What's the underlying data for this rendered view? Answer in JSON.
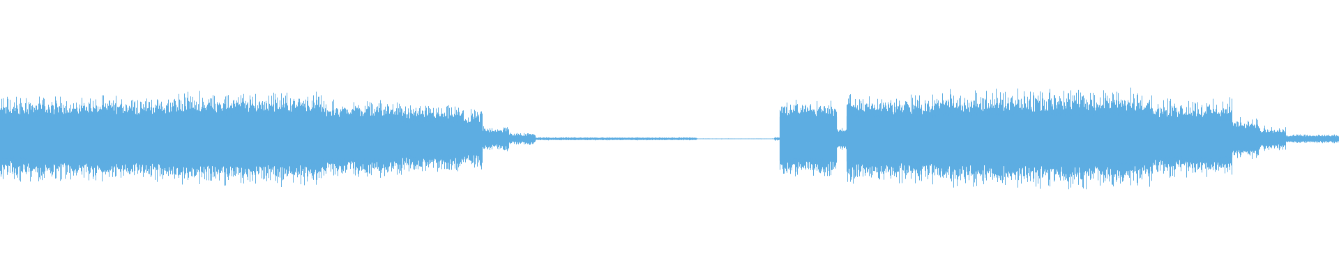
{
  "waveform": {
    "color": "#5dade2",
    "background": "#ffffff",
    "duration_fraction_segments": [
      {
        "start": 0.0,
        "end": 0.02,
        "amp_min": 0.2,
        "amp_max": 0.42
      },
      {
        "start": 0.02,
        "end": 0.13,
        "amp_min": 0.24,
        "amp_max": 0.4
      },
      {
        "start": 0.13,
        "end": 0.24,
        "amp_min": 0.26,
        "amp_max": 0.44
      },
      {
        "start": 0.24,
        "end": 0.3,
        "amp_min": 0.22,
        "amp_max": 0.36
      },
      {
        "start": 0.3,
        "end": 0.345,
        "amp_min": 0.18,
        "amp_max": 0.32
      },
      {
        "start": 0.345,
        "end": 0.36,
        "amp_min": 0.14,
        "amp_max": 0.28
      },
      {
        "start": 0.36,
        "end": 0.38,
        "amp_min": 0.05,
        "amp_max": 0.12
      },
      {
        "start": 0.38,
        "end": 0.4,
        "amp_min": 0.02,
        "amp_max": 0.06
      },
      {
        "start": 0.4,
        "end": 0.52,
        "amp_min": 0.008,
        "amp_max": 0.014
      },
      {
        "start": 0.52,
        "end": 0.578,
        "amp_min": 0.001,
        "amp_max": 0.004
      },
      {
        "start": 0.578,
        "end": 0.582,
        "amp_min": 0.005,
        "amp_max": 0.02
      },
      {
        "start": 0.582,
        "end": 0.625,
        "amp_min": 0.22,
        "amp_max": 0.36
      },
      {
        "start": 0.625,
        "end": 0.632,
        "amp_min": 0.06,
        "amp_max": 0.12
      },
      {
        "start": 0.632,
        "end": 0.7,
        "amp_min": 0.24,
        "amp_max": 0.42
      },
      {
        "start": 0.7,
        "end": 0.86,
        "amp_min": 0.26,
        "amp_max": 0.46
      },
      {
        "start": 0.86,
        "end": 0.92,
        "amp_min": 0.2,
        "amp_max": 0.38
      },
      {
        "start": 0.92,
        "end": 0.94,
        "amp_min": 0.1,
        "amp_max": 0.2
      },
      {
        "start": 0.94,
        "end": 0.96,
        "amp_min": 0.04,
        "amp_max": 0.12
      },
      {
        "start": 0.96,
        "end": 1.0,
        "amp_min": 0.02,
        "amp_max": 0.04
      }
    ]
  }
}
